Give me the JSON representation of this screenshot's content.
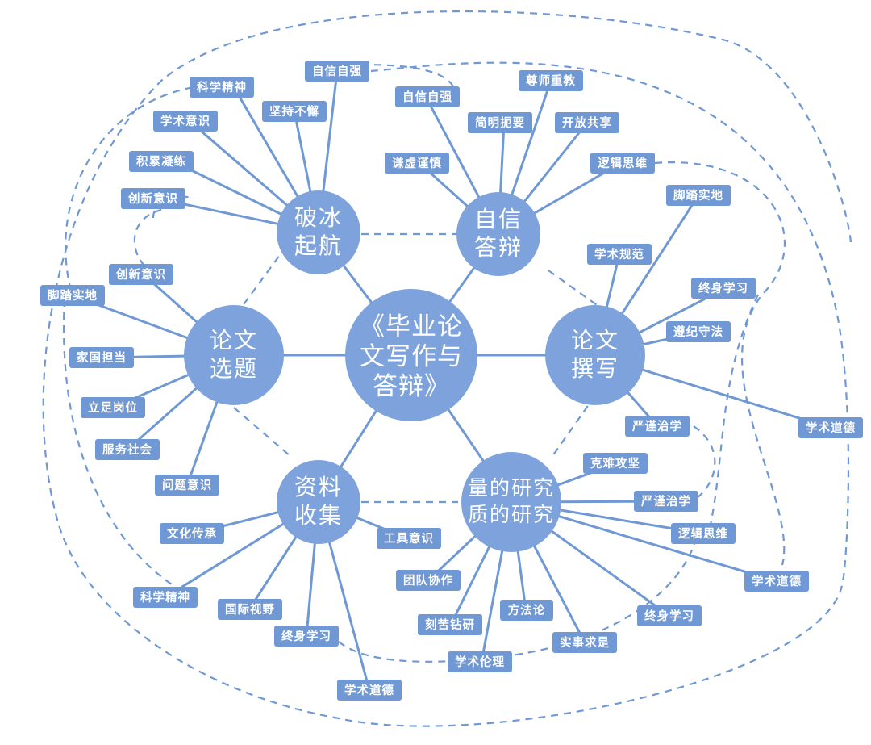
{
  "center": {
    "lines": [
      "《毕业论",
      "文写作与",
      "答辩》"
    ]
  },
  "hubs": {
    "pobing": {
      "lines": [
        "破冰",
        "起航"
      ]
    },
    "zixin": {
      "lines": [
        "自信",
        "答辩"
      ]
    },
    "xuanti": {
      "lines": [
        "论文",
        "选题"
      ]
    },
    "zhuanxie": {
      "lines": [
        "论文",
        "撰写"
      ]
    },
    "ziliao": {
      "lines": [
        "资料",
        "收集"
      ]
    },
    "yanjiu": {
      "lines": [
        "量的研究",
        "质的研究"
      ]
    }
  },
  "labels": {
    "pobing": [
      "自信自强",
      "科学精神",
      "学术意识",
      "坚持不懈",
      "积累凝练",
      "创新意识"
    ],
    "zixin": [
      "自信自强",
      "尊师重教",
      "简明扼要",
      "开放共享",
      "谦虚谨慎",
      "逻辑思维"
    ],
    "xuanti": [
      "创新意识",
      "脚踏实地",
      "家国担当",
      "立足岗位",
      "服务社会",
      "问题意识"
    ],
    "zhuanxie": [
      "脚踏实地",
      "学术规范",
      "终身学习",
      "遵纪守法",
      "严谨治学",
      "学术道德"
    ],
    "ziliao": [
      "文化传承",
      "科学精神",
      "国际视野",
      "终身学习",
      "学术道德",
      "工具意识"
    ],
    "yanjiu": [
      "克难攻坚",
      "严谨治学",
      "逻辑思维",
      "学术道德",
      "终身学习",
      "团队协作",
      "方法论",
      "刻苦钻研",
      "实事求是",
      "学术伦理"
    ]
  }
}
